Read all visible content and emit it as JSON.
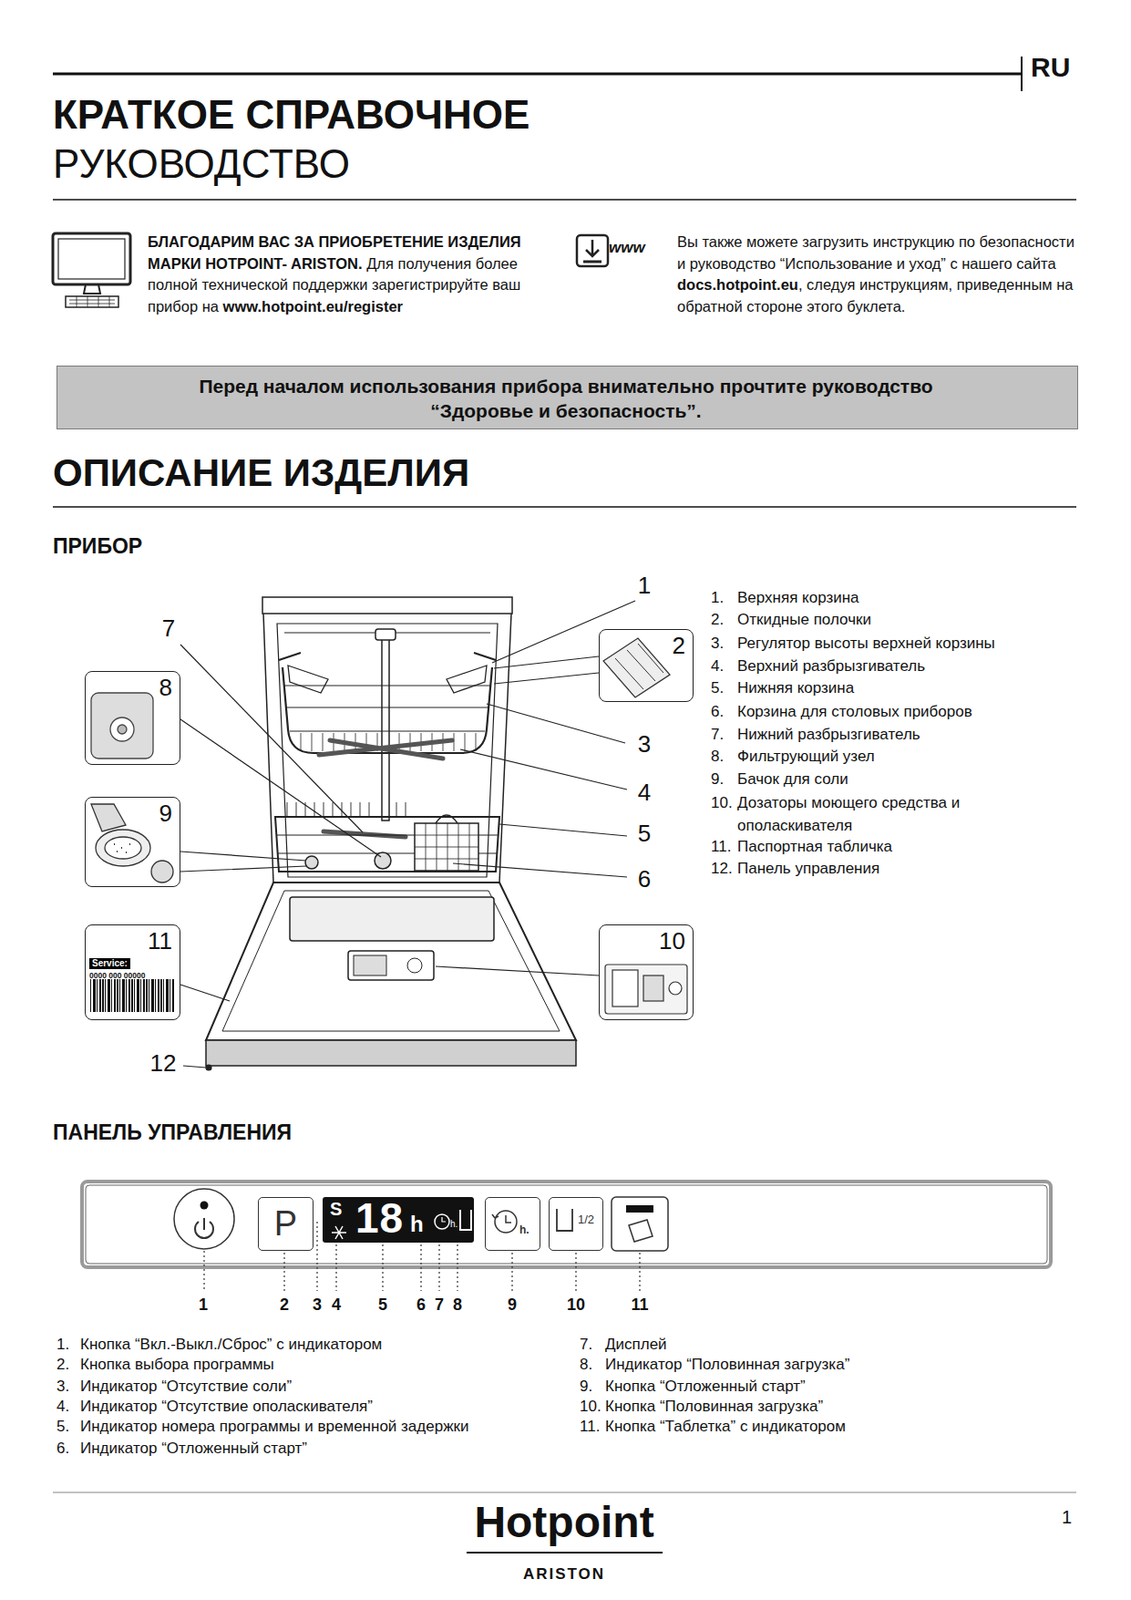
{
  "diagram": {
    "title": "КРАТКОЕ СПРАВОЧНОЕ",
    "nodes": [
      {
        "text": [
          "Перед началом использования прибора внимательно прочтите руководство “Здоровье и безопасность”."
        ]
      },
      {
        "text": [
          "2"
        ]
      },
      {
        "text": [
          "8"
        ]
      },
      {
        "text": [
          "9"
        ]
      },
      {
        "text": [
          "11",
          "Service:",
          "0000 000 00000"
        ]
      },
      {
        "text": [
          "10"
        ]
      },
      {
        "text": [
          "P"
        ]
      },
      {
        "text": [
          "S",
          "18",
          "h",
          "h."
        ]
      },
      {
        "text": [
          "h."
        ]
      },
      {
        "text": [
          "1/2"
        ]
      }
    ],
    "labels": [
      "РУКОВОДСТВО",
      "RU",
      "БЛАГОДАРИМ ВАС ЗА ПРИОБРЕТЕНИЕ ИЗДЕЛИЯ МАРКИ HOTPOINT- ARISTON.",
      "Для получения более полной технической поддержки зарегистрируйте ваш прибор на",
      "www.hotpoint.eu/register",
      "www",
      "Вы также можете загрузить инструкцию по безопасности и руководство “Использование и уход” с нашего сайта",
      "docs.hotpoint.eu",
      ", следуя инструкциям, приведенным на обратной стороне этого буклета.",
      "ОПИСАНИЕ ИЗДЕЛИЯ",
      "ПРИБОР",
      "1",
      "7",
      "3",
      "4",
      "5",
      "6",
      "12",
      "1.",
      "Верхняя корзина",
      "2.",
      "Откидные полочки",
      "3.",
      "Регулятор высоты верхней корзины",
      "4.",
      "Верхний разбрызгиватель",
      "5.",
      "Нижняя корзина",
      "6.",
      "Корзина для столовых приборов",
      "7.",
      "Нижний разбрызгиватель",
      "8.",
      "Фильтрующий узел",
      "9.",
      "Бачок для соли",
      "10.",
      "Дозаторы моющего средства и ополаскивателя",
      "11.",
      "Паспортная табличка",
      "12.",
      "Панель управления",
      "ПАНЕЛЬ УПРАВЛЕНИЯ",
      "1",
      "2",
      "3",
      "4",
      "5",
      "6",
      "7",
      "8",
      "9",
      "10",
      "11",
      "1.",
      "Кнопка “Вкл.-Выкл./Сброс” с индикатором",
      "2.",
      "Кнопка выбора программы",
      "3.",
      "Индикатор “Отсутствие соли”",
      "4.",
      "Индикатор “Отсутствие ополаскивателя”",
      "5.",
      "Индикатор номера программы и временной задержки",
      "6.",
      "Индикатор “Отложенный старт”",
      "7.",
      "Дисплей",
      "8.",
      "Индикатор “Половинная загрузка”",
      "9.",
      "Кнопка “Отложенный старт”",
      "10.",
      "Кнопка “Половинная загрузка”",
      "11.",
      "Кнопка “Таблетка” с индикатором",
      "Hotpoint",
      "ARISTON",
      "1"
    ]
  }
}
